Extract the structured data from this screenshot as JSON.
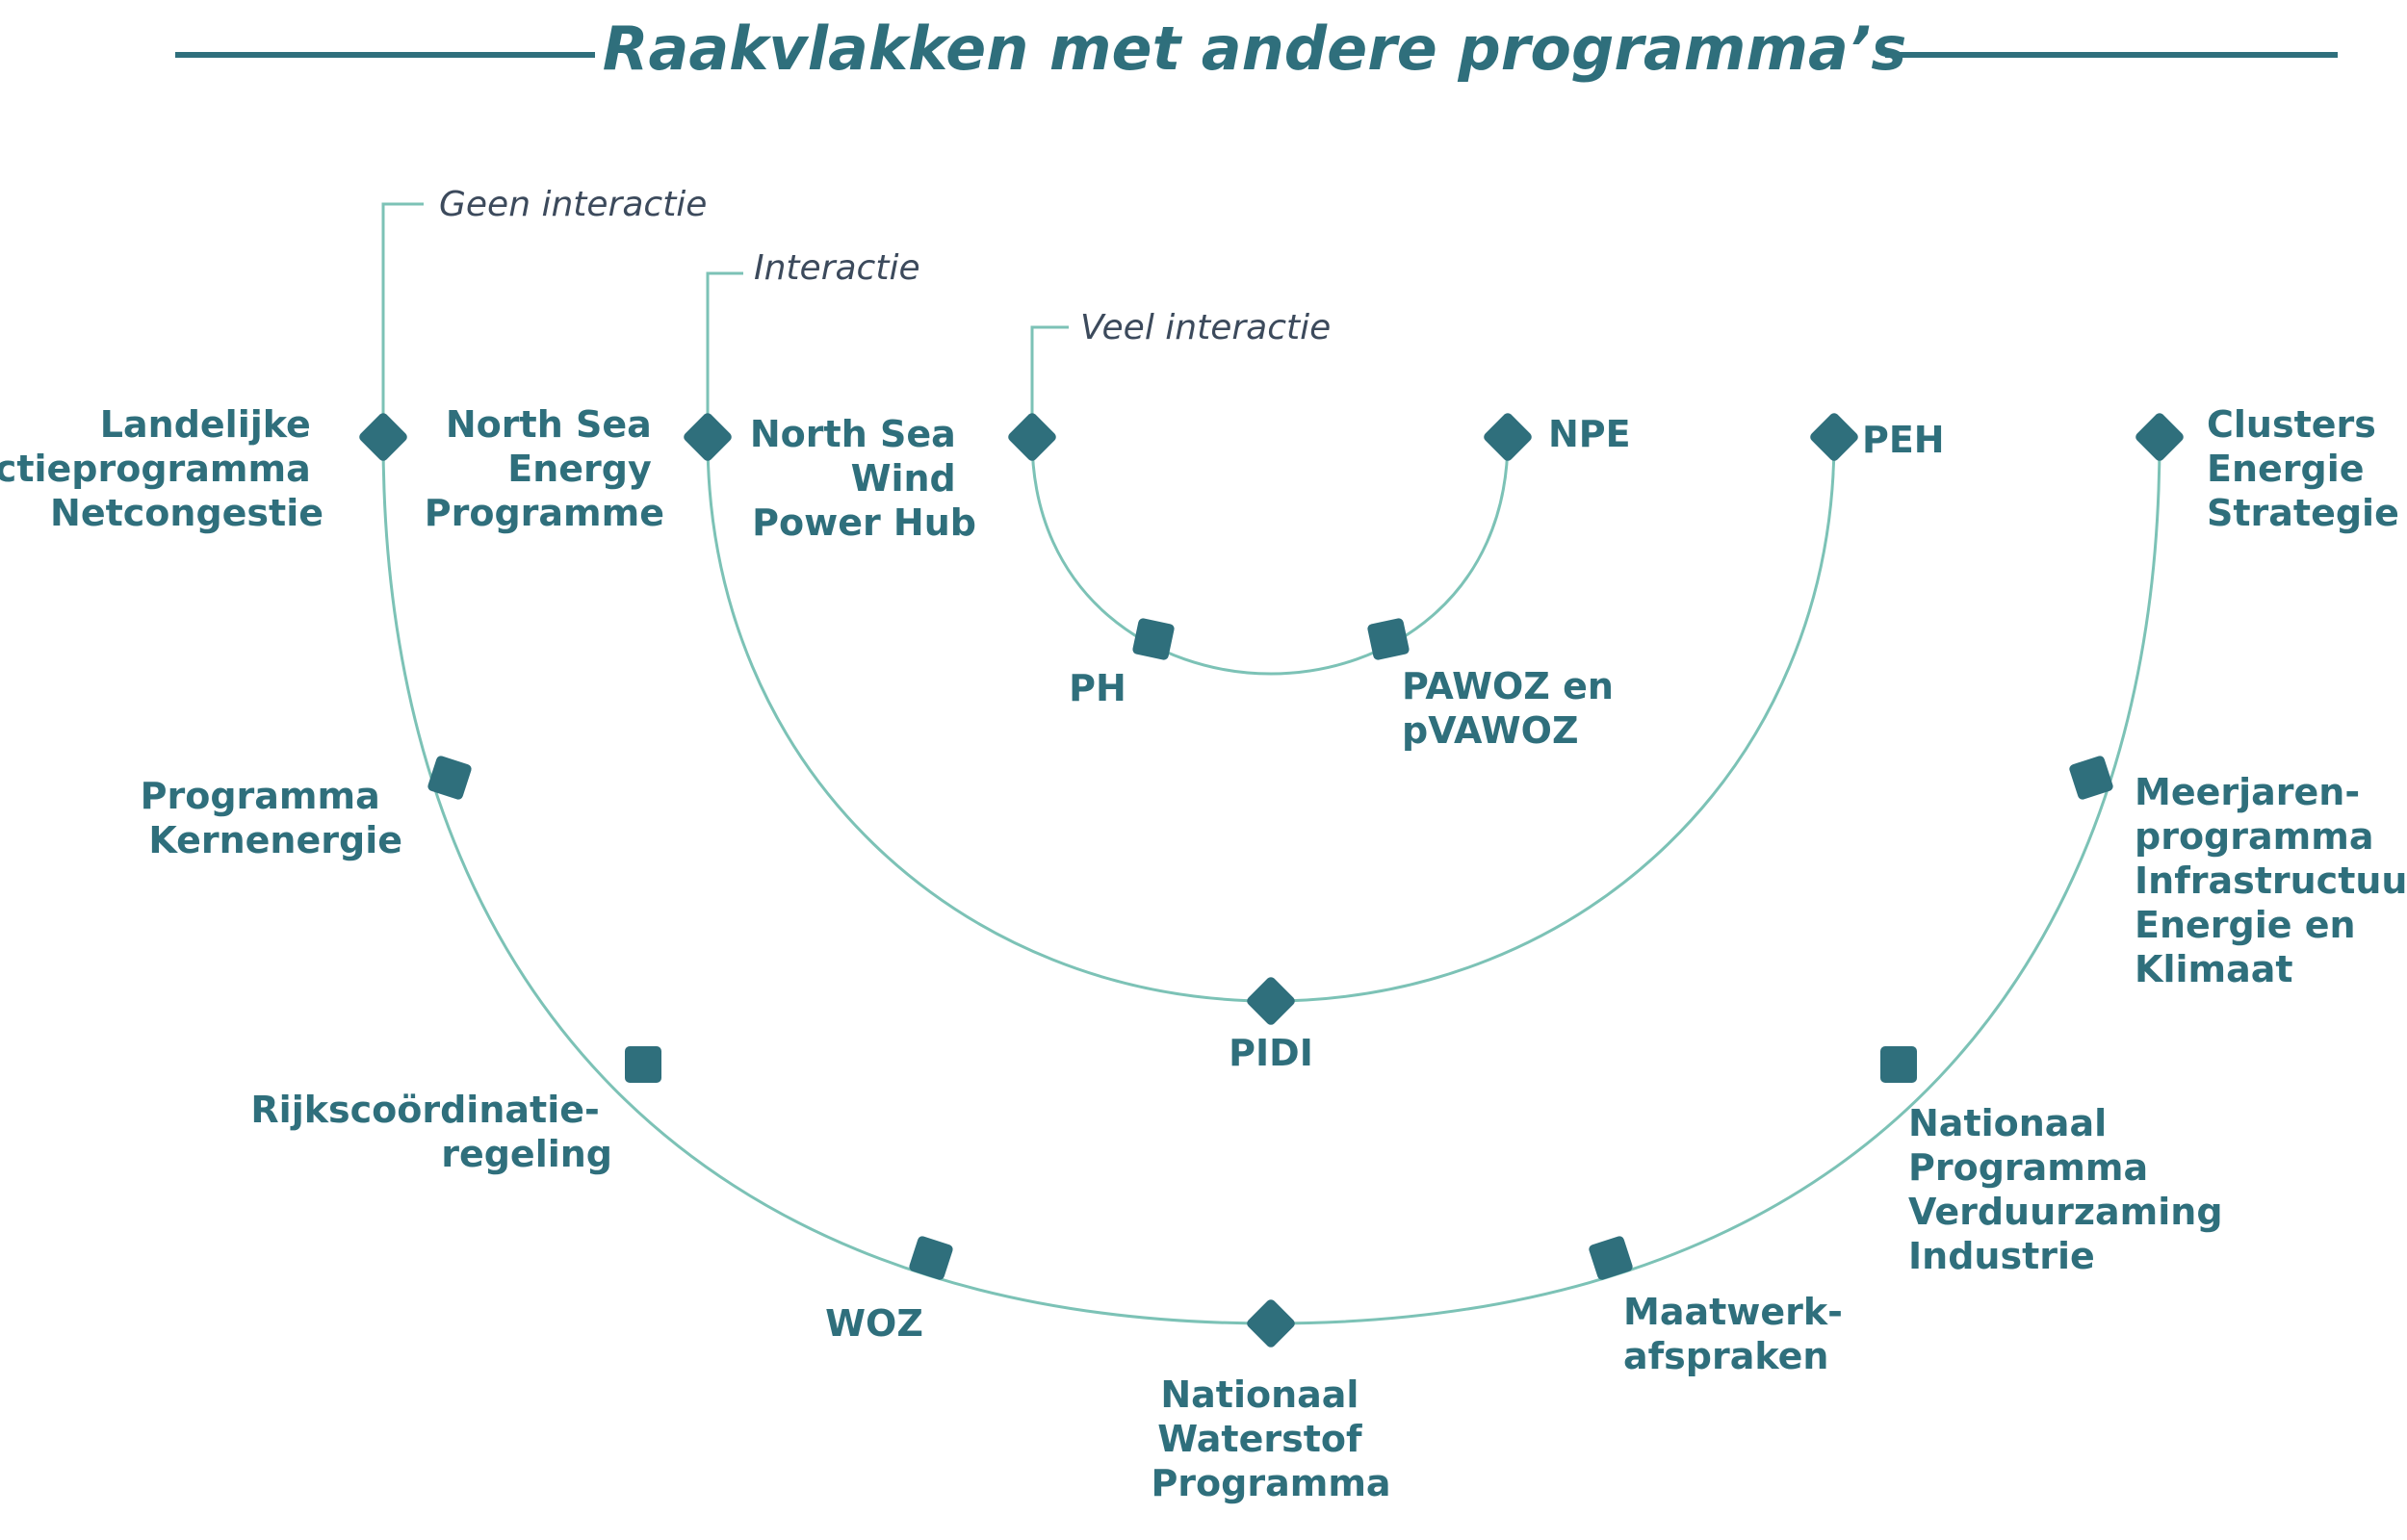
{
  "title": "Raakvlakken met andere programma’s",
  "levels": {
    "none": "Geen interactie",
    "some": "Interactie",
    "many": "Veel interactie"
  },
  "colors": {
    "title": "#2f6f7c",
    "node": "#2f6f7c",
    "arc": "#7cc2b6",
    "level_text": "#3c4a5c"
  },
  "inner": {
    "nswph": [
      "North Sea",
      "Wind",
      "Power Hub"
    ],
    "npe": [
      "NPE"
    ],
    "ph": [
      "PH"
    ],
    "pawoz": [
      "PAWOZ en",
      "pVAWOZ"
    ]
  },
  "middle": {
    "nsep": [
      "North Sea",
      "Energy",
      "Programme"
    ],
    "peh": [
      "PEH"
    ],
    "pidi": [
      "PIDI"
    ]
  },
  "outer": {
    "lan": [
      "Landelijke",
      "Actieprogramma",
      "Netcongestie"
    ],
    "ces": [
      "Clusters",
      "Energie",
      "Strategie"
    ],
    "pk": [
      "Programma",
      "Kernenergie"
    ],
    "mip": [
      "Meerjaren-",
      "programma",
      "Infrastructuur",
      "Energie en",
      "Klimaat"
    ],
    "rcr": [
      "Rijkscoördinatie-",
      "regeling"
    ],
    "npvi": [
      "Nationaal",
      "Programma",
      "Verduurzaming",
      "Industrie"
    ],
    "woz": [
      "WOZ"
    ],
    "maatwerk": [
      "Maatwerk-",
      "afspraken"
    ],
    "nwp": [
      "Nationaal",
      "Waterstof",
      "Programma"
    ]
  }
}
